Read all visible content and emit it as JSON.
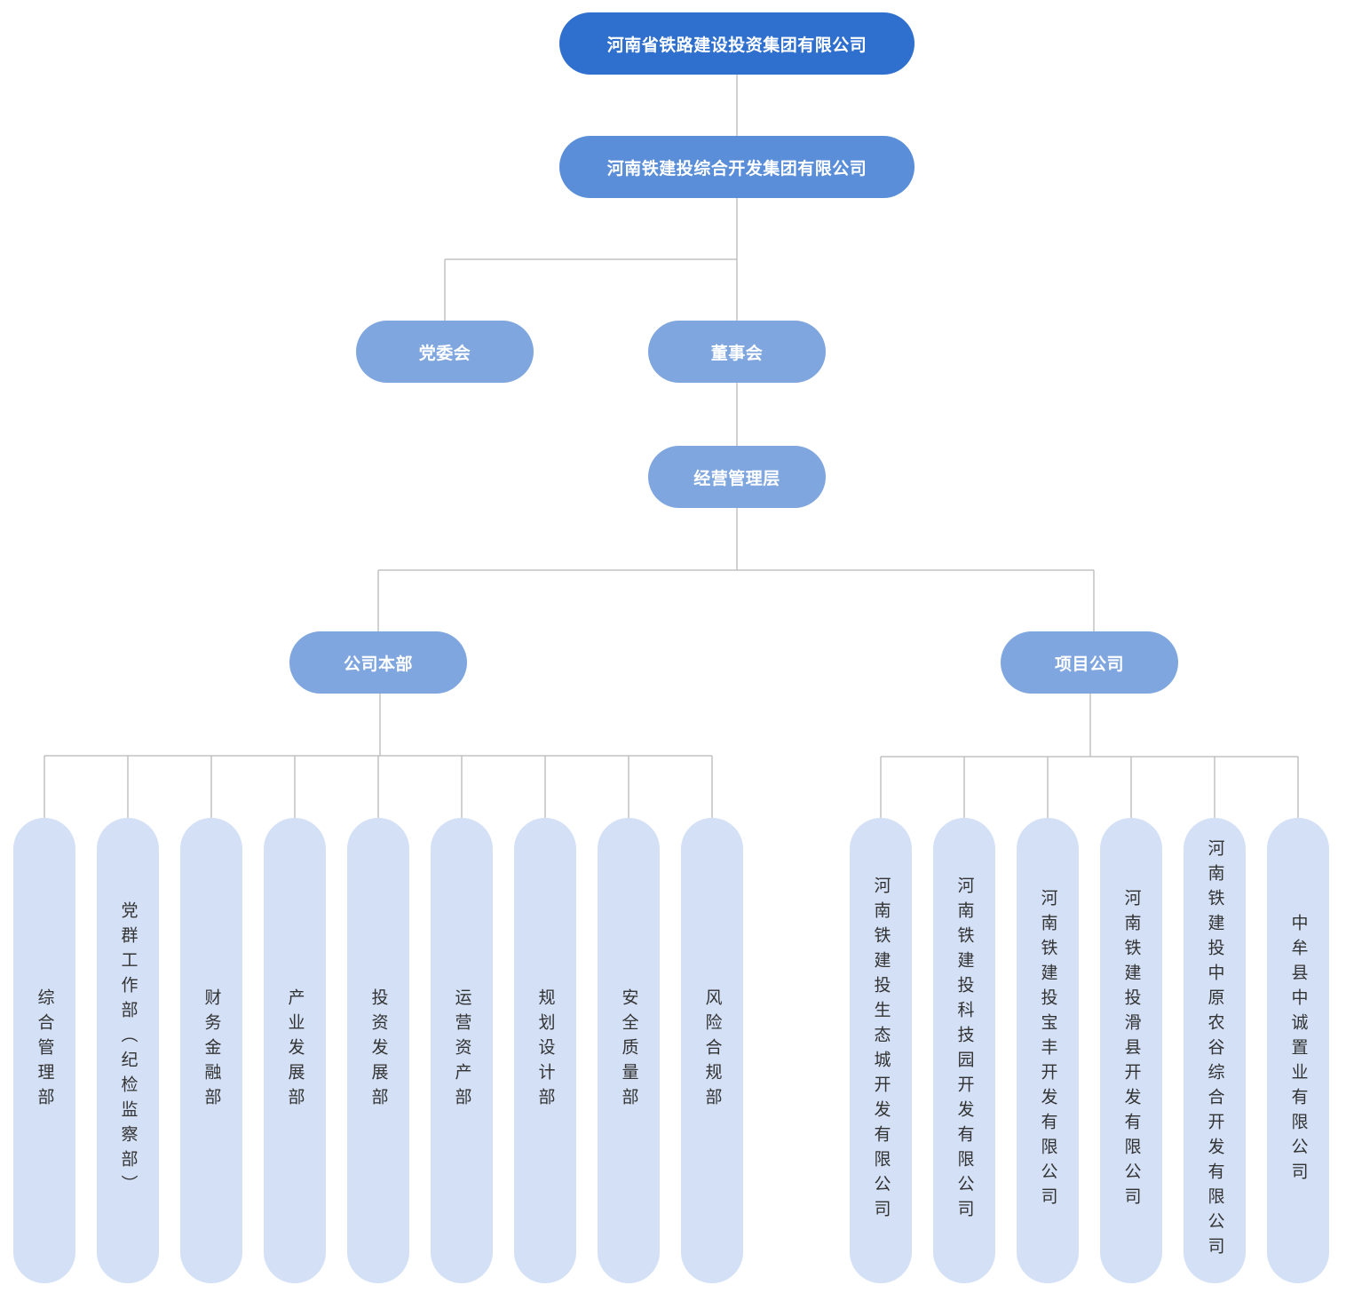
{
  "root": "河南省铁路建设投资集团有限公司",
  "level2": "河南铁建投综合开发集团有限公司",
  "party_committee": "党委会",
  "board": "董事会",
  "management": "经营管理层",
  "hq": {
    "label": "公司本部",
    "departments": [
      "综合管理部",
      "党群工作部（纪检监察部）",
      "财务金融部",
      "产业发展部",
      "投资发展部",
      "运营资产部",
      "规划设计部",
      "安全质量部",
      "风险合规部"
    ]
  },
  "projects": {
    "label": "项目公司",
    "companies": [
      "河南铁建投生态城开发有限公司",
      "河南铁建投科技园开发有限公司",
      "河南铁建投宝丰开发有限公司",
      "河南铁建投滑县开发有限公司",
      "河南铁建投中原农谷综合开发有限公司",
      "中牟县中诚置业有限公司"
    ]
  },
  "colors": {
    "root": "#2f6fce",
    "level2": "#5a8ed8",
    "mid": "#7fa6de",
    "leaf": "#d3e0f5",
    "connector": "#b8b8b8"
  }
}
